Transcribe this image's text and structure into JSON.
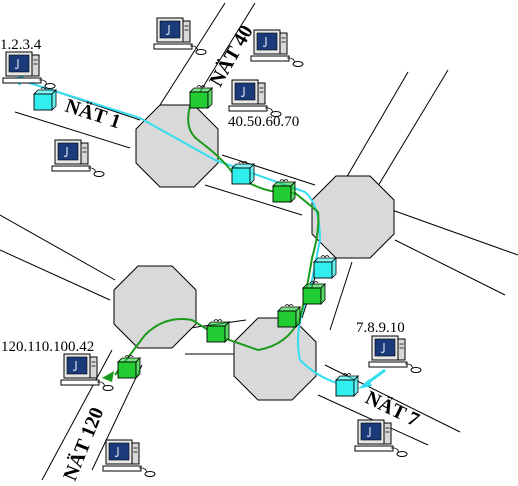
{
  "networks": [
    {
      "id": "nat1",
      "label": "NÄT 1"
    },
    {
      "id": "nat40",
      "label": "NÄT 40"
    },
    {
      "id": "nat7",
      "label": "NÄT 7"
    },
    {
      "id": "nat120",
      "label": "NÄT 120"
    }
  ],
  "addresses": {
    "source": "1.2.3.4",
    "router": "40.50.60.70",
    "dest": "7.8.9.10",
    "other": "120.110.100.42"
  },
  "colors": {
    "router_fill": "#d9d9d9",
    "route_cyan": "#33ddee",
    "route_green": "#1a9a1a",
    "packet_cyan": "#33eeee",
    "packet_green": "#22cc33",
    "computer_screen": "#1a3a7a"
  },
  "icons": {
    "router": "octagon-router-icon",
    "computer": "desktop-computer-icon",
    "packet": "gift-box-packet-icon"
  }
}
